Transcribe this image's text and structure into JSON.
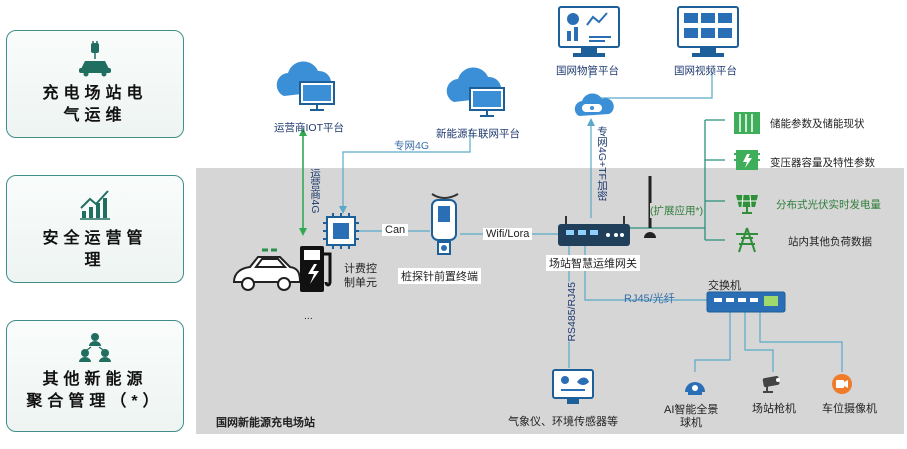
{
  "cards": [
    {
      "title": "充电场站电气运维",
      "line1": "充电场站电",
      "line2": "气运维",
      "icon": "ev-charging-car-icon"
    },
    {
      "title": "安全运营管理",
      "line1": "安全运营管",
      "line2": "理",
      "icon": "bar-chart-icon"
    },
    {
      "title": "其他新能源聚合管理（*）",
      "line1": "其他新能源",
      "line2": "聚合管理（*）",
      "icon": "people-network-icon"
    }
  ],
  "platforms": {
    "iot_operator": "运营商IOT平台",
    "vehicle_network": "新能源车联网平台",
    "grid_iot": "国网物管平台",
    "grid_video": "国网视频平台"
  },
  "links": {
    "private_4g": "专网4G",
    "operator_4g": "运营商4G",
    "grid_private": "专网4G+TF加密",
    "can": "Can",
    "wifi_lora": "Wifi/Lora",
    "rj45_fiber": "RJ45/光纤",
    "rs485": "RS485/RJ45",
    "expand": "(扩展应用*)"
  },
  "devices": {
    "billing_unit_1": "计费控",
    "billing_unit_2": "制单元",
    "probe_terminal": "桩探针前置终端",
    "gateway": "场站智慧运维网关",
    "switch": "交换机",
    "weather_sensor": "气象仪、环境传感器等",
    "ai_camera_1": "AI智能全景",
    "ai_camera_2": "球机",
    "gun_camera": "场站枪机",
    "parking_camera": "车位摄像机",
    "ellipsis": "..."
  },
  "right_items": [
    "储能参数及储能现状",
    "变压器容量及特性参数",
    "分布式光伏实时发电量",
    "站内其他负荷数据"
  ],
  "zone_label": "国网新能源充电场站",
  "colors": {
    "accent": "#2a9d8f",
    "cloud": "#3a8fd6",
    "line": "#2a8f7a",
    "zone": "#d6d6d6"
  }
}
